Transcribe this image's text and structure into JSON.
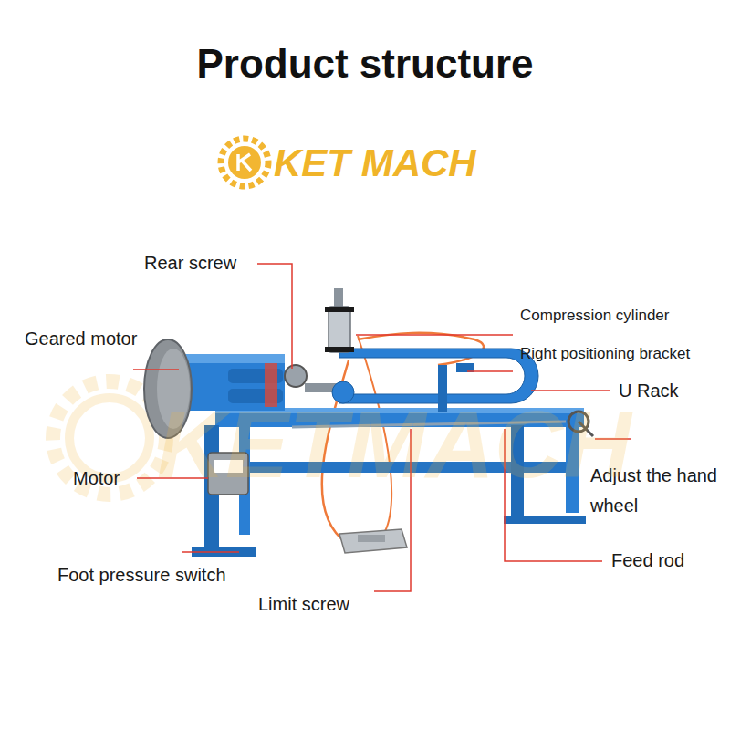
{
  "diagram": {
    "title": "Product structure",
    "labels": [
      "KET MACH",
      "Rear screw",
      "Geared motor",
      "Compression cylinder",
      "Right positioning bracket",
      "U Rack",
      "Motor",
      "Adjust the hand wheel",
      "Feed rod",
      "Foot pressure switch",
      "Limit screw",
      "KETMACH"
    ]
  }
}
